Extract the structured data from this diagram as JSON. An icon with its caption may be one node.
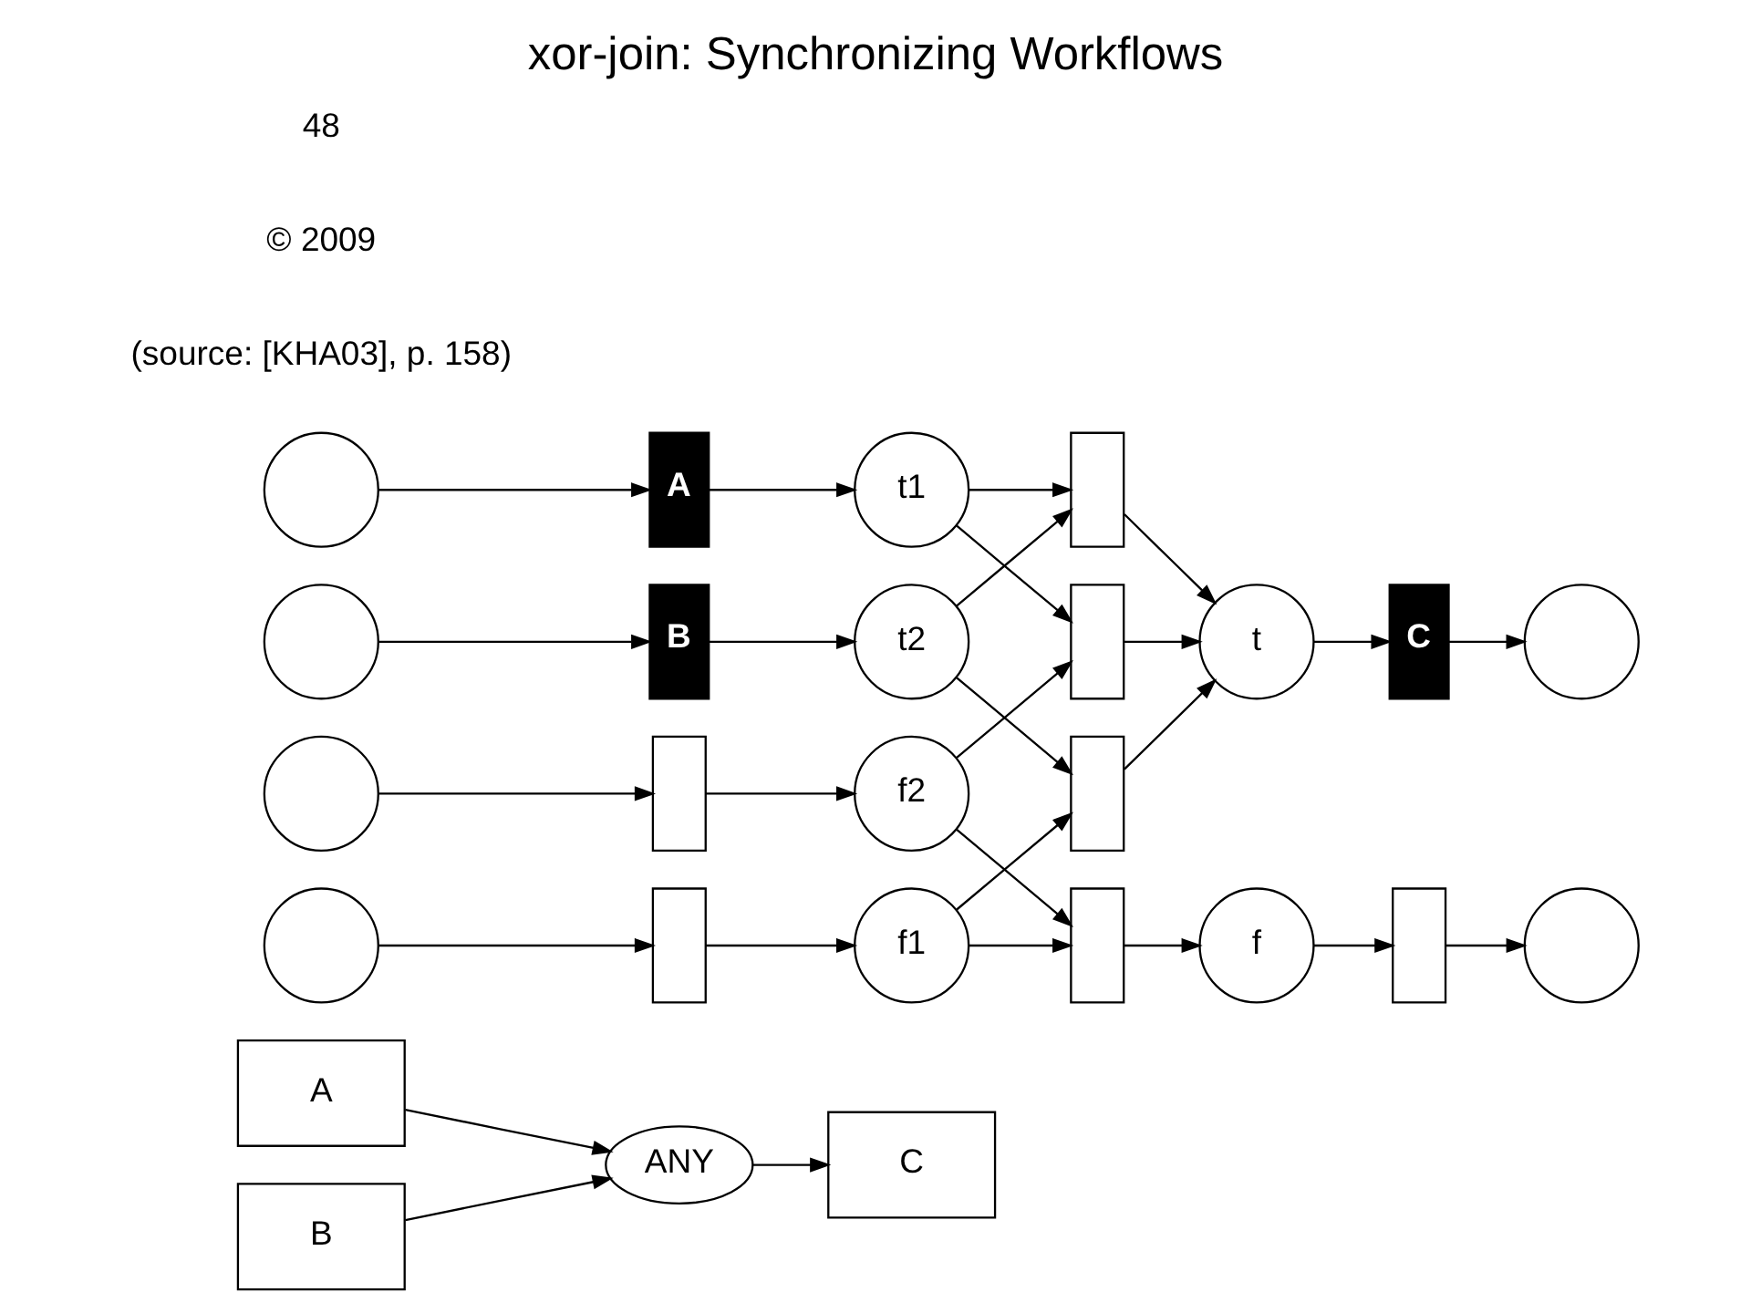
{
  "diagram": {
    "title": "xor-join: Synchronizing Workflows",
    "nodes": [
      {
        "text": [
          "A"
        ]
      },
      {
        "text": [
          "ANY"
        ]
      },
      {
        "text": [
          "C"
        ]
      },
      {
        "text": [
          "B"
        ]
      },
      {
        "text": [],
        "shape": "circle"
      },
      {
        "text": [
          "A"
        ]
      },
      {
        "text": [
          "t1"
        ]
      },
      {
        "text": [],
        "shape": "box"
      },
      {
        "text": [],
        "shape": "circle"
      },
      {
        "text": [],
        "shape": "box"
      },
      {
        "text": [
          "f1"
        ]
      },
      {
        "text": [],
        "shape": "box"
      },
      {
        "text": [
          "t"
        ]
      },
      {
        "text": [
          "C"
        ]
      },
      {
        "text": [],
        "shape": "circle"
      },
      {
        "text": [],
        "shape": "circle"
      },
      {
        "text": [
          "B"
        ]
      },
      {
        "text": [
          "t2"
        ]
      },
      {
        "text": [],
        "shape": "box"
      },
      {
        "text": [
          "f"
        ]
      },
      {
        "text": [],
        "shape": "box"
      },
      {
        "text": [],
        "shape": "circle"
      },
      {
        "text": [],
        "shape": "circle"
      },
      {
        "text": [],
        "shape": "box"
      },
      {
        "text": [
          "f2"
        ]
      },
      {
        "text": [],
        "shape": "box"
      }
    ],
    "edges": [
      {
        "from": 0,
        "to": 1,
        "arrow": "to"
      },
      {
        "from": 3,
        "to": 1,
        "arrow": "to"
      },
      {
        "from": 1,
        "to": 2,
        "arrow": "to"
      },
      {
        "from": 4,
        "to": 5,
        "arrow": "to"
      },
      {
        "from": 5,
        "to": 6,
        "arrow": "to"
      },
      {
        "from": 6,
        "to": 7,
        "arrow": "to"
      },
      {
        "from": 6,
        "to": 11,
        "arrow": "to"
      },
      {
        "from": 8,
        "to": 9,
        "arrow": "to"
      },
      {
        "from": 9,
        "to": 10,
        "arrow": "to"
      },
      {
        "from": 10,
        "to": 18,
        "arrow": "to"
      },
      {
        "from": 10,
        "to": 25,
        "arrow": "to"
      },
      {
        "from": 15,
        "to": 16,
        "arrow": "to"
      },
      {
        "from": 16,
        "to": 17,
        "arrow": "to"
      },
      {
        "from": 17,
        "to": 7,
        "arrow": "to"
      },
      {
        "from": 17,
        "to": 18,
        "arrow": "to"
      },
      {
        "from": 22,
        "to": 23,
        "arrow": "to"
      },
      {
        "from": 23,
        "to": 24,
        "arrow": "to"
      },
      {
        "from": 24,
        "to": 11,
        "arrow": "to"
      },
      {
        "from": 24,
        "to": 25,
        "arrow": "to"
      },
      {
        "from": 7,
        "to": 12,
        "arrow": "to"
      },
      {
        "from": 11,
        "to": 12,
        "arrow": "to"
      },
      {
        "from": 18,
        "to": 12,
        "arrow": "to"
      },
      {
        "from": 25,
        "to": 19,
        "arrow": "to"
      },
      {
        "from": 12,
        "to": 13,
        "arrow": "to"
      },
      {
        "from": 13,
        "to": 14,
        "arrow": "to"
      },
      {
        "from": 19,
        "to": 20,
        "arrow": "to"
      },
      {
        "from": 20,
        "to": 21,
        "arrow": "to"
      }
    ],
    "labels": [
      "(source: [KHA03], p. 158)",
      "© 2009",
      "48"
    ]
  }
}
